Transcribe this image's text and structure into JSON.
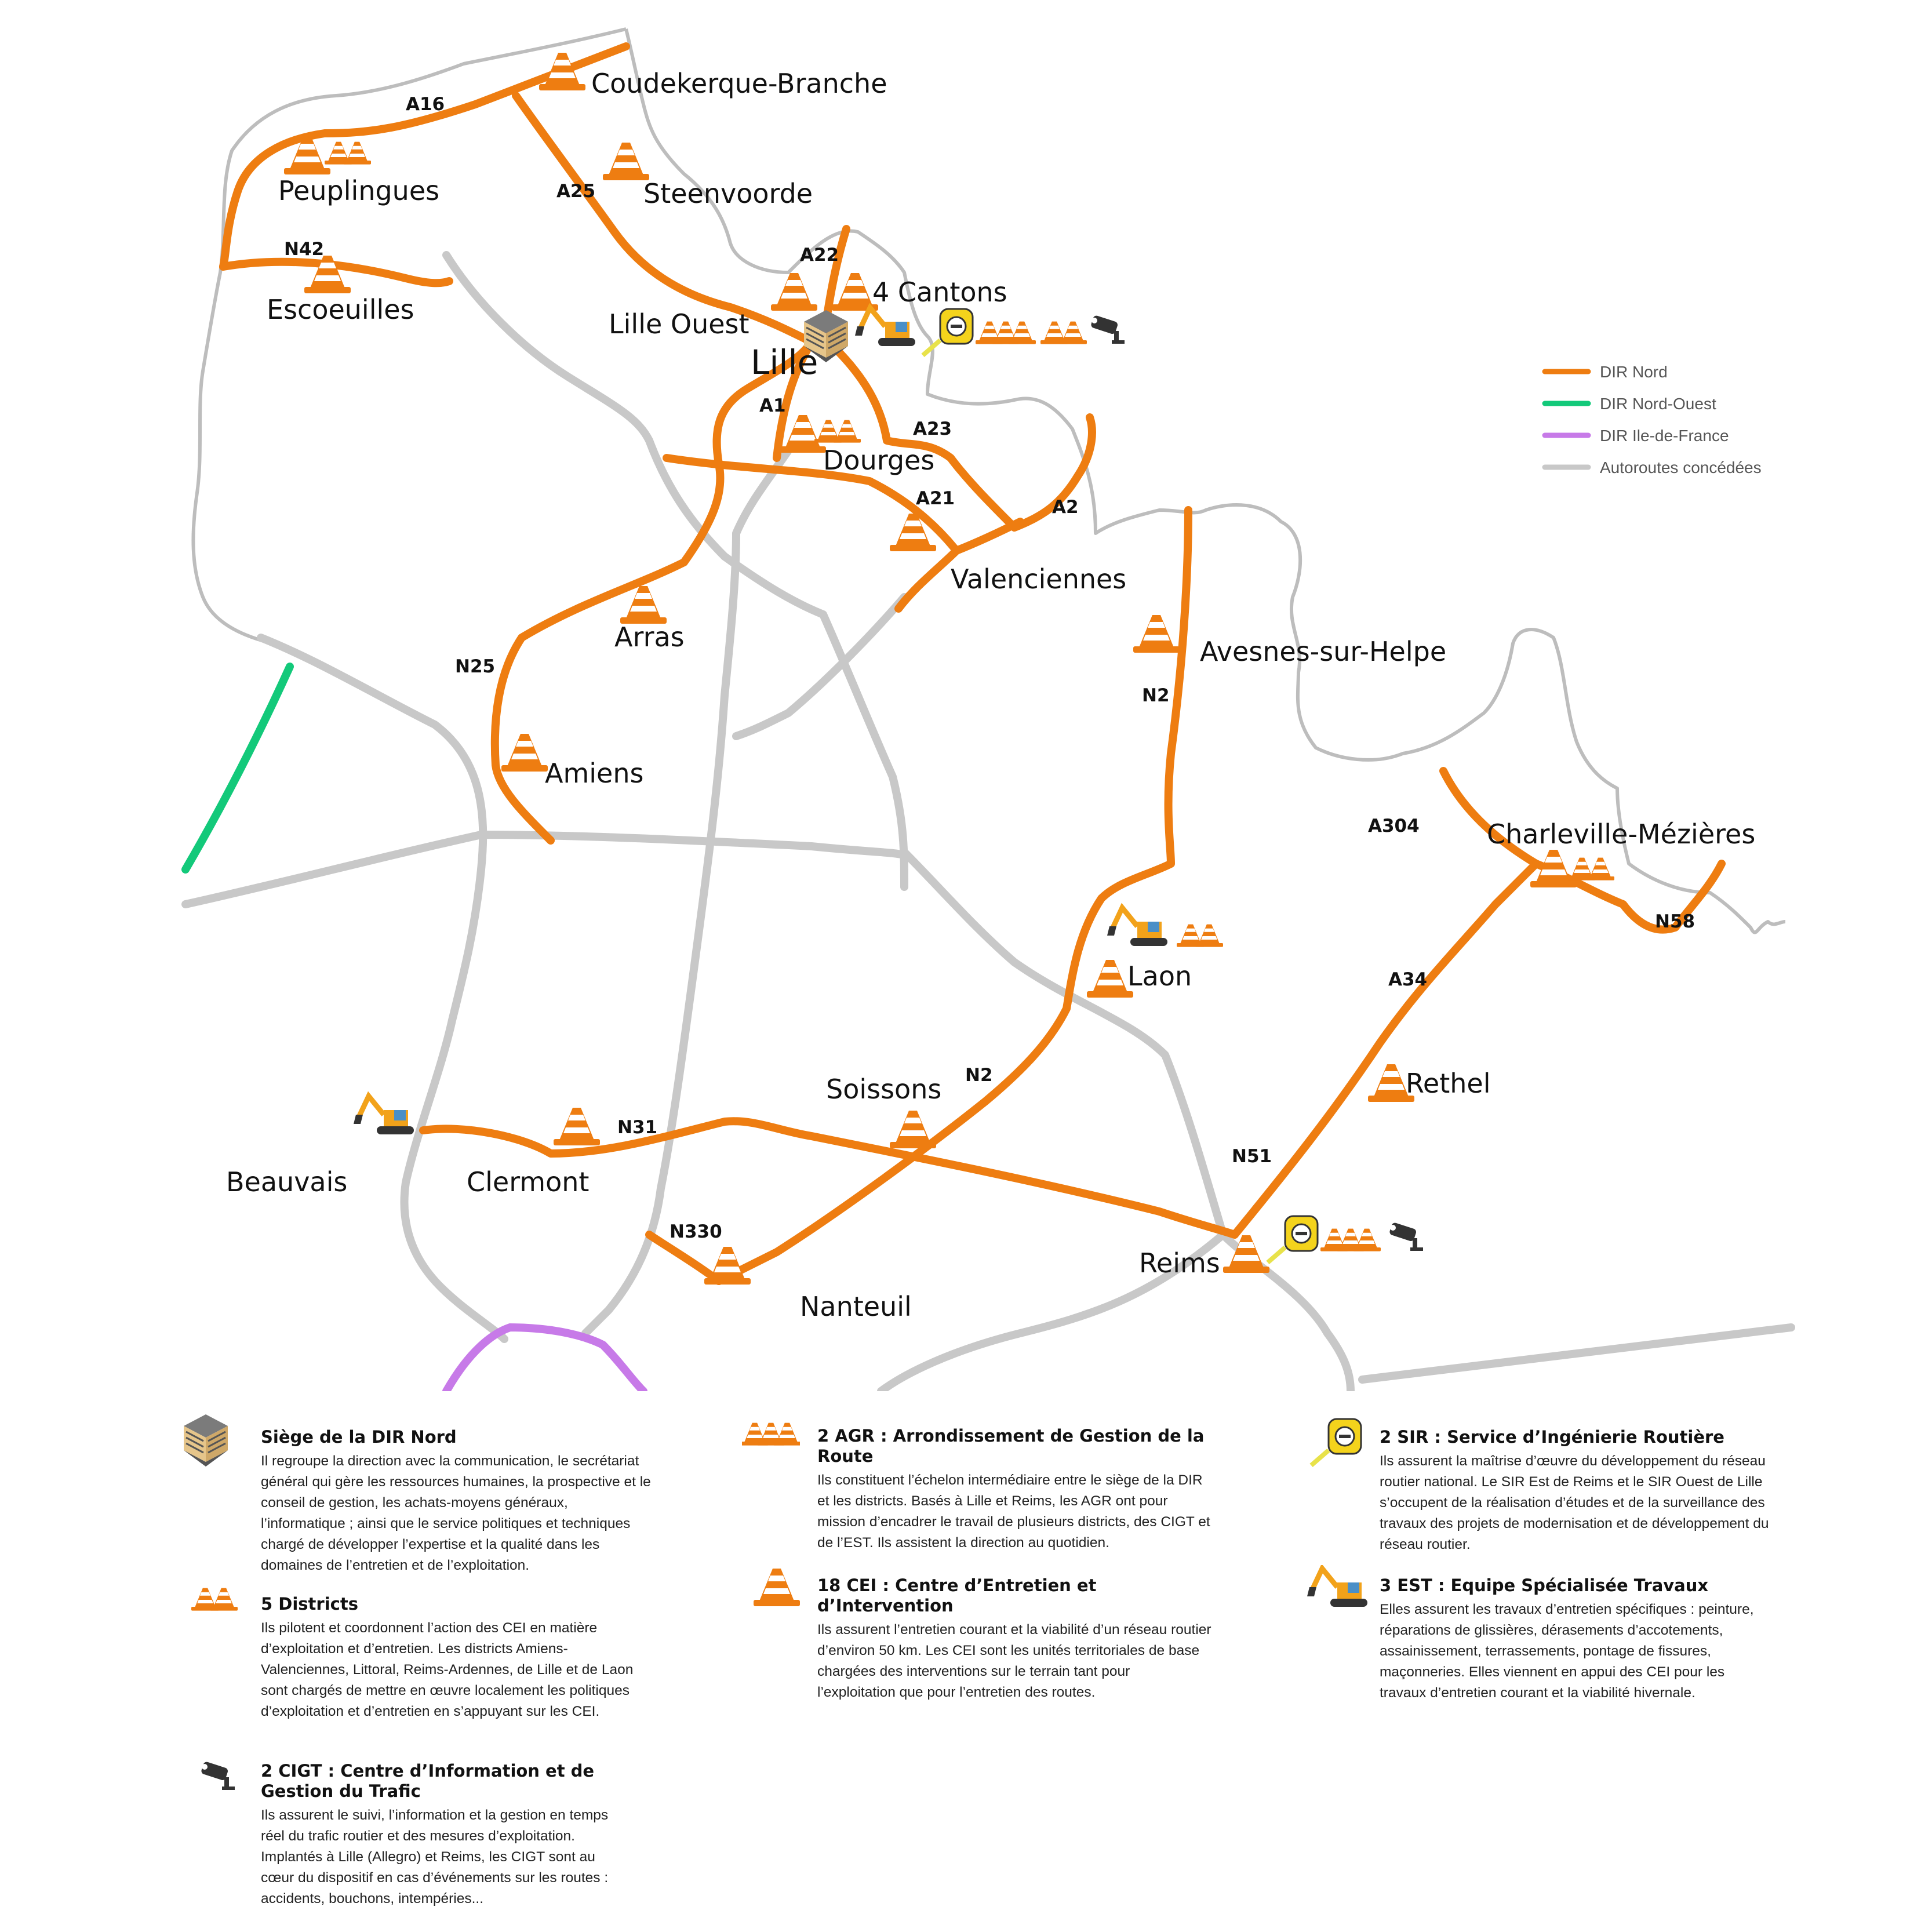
{
  "cities": [
    {
      "key": "coudekerque",
      "name": "Coudekerque-Branche"
    },
    {
      "key": "peuplingues",
      "name": "Peuplingues"
    },
    {
      "key": "steenvoorde",
      "name": "Steenvoorde"
    },
    {
      "key": "escoeuilles",
      "name": "Escoeuilles"
    },
    {
      "key": "lilleouest",
      "name": "Lille Ouest"
    },
    {
      "key": "quatrecantons",
      "name": "4 Cantons"
    },
    {
      "key": "lille",
      "name": "Lille"
    },
    {
      "key": "dourges",
      "name": "Dourges"
    },
    {
      "key": "valenciennes",
      "name": "Valenciennes"
    },
    {
      "key": "arras",
      "name": "Arras"
    },
    {
      "key": "avesnes",
      "name": "Avesnes-sur-Helpe"
    },
    {
      "key": "amiens",
      "name": "Amiens"
    },
    {
      "key": "charleville",
      "name": "Charleville-Mézières"
    },
    {
      "key": "laon",
      "name": "Laon"
    },
    {
      "key": "soissons",
      "name": "Soissons"
    },
    {
      "key": "rethel",
      "name": "Rethel"
    },
    {
      "key": "beauvais",
      "name": "Beauvais"
    },
    {
      "key": "clermont",
      "name": "Clermont"
    },
    {
      "key": "reims",
      "name": "Reims"
    },
    {
      "key": "nanteuil",
      "name": "Nanteuil"
    }
  ],
  "roads": [
    {
      "key": "a16",
      "label": "A16"
    },
    {
      "key": "a25",
      "label": "A25"
    },
    {
      "key": "n42",
      "label": "N42"
    },
    {
      "key": "a22",
      "label": "A22"
    },
    {
      "key": "a1",
      "label": "A1"
    },
    {
      "key": "a23",
      "label": "A23"
    },
    {
      "key": "a21",
      "label": "A21"
    },
    {
      "key": "a2",
      "label": "A2"
    },
    {
      "key": "n25",
      "label": "N25"
    },
    {
      "key": "n2a",
      "label": "N2"
    },
    {
      "key": "a304",
      "label": "A304"
    },
    {
      "key": "n58",
      "label": "N58"
    },
    {
      "key": "a34",
      "label": "A34"
    },
    {
      "key": "n2b",
      "label": "N2"
    },
    {
      "key": "n31",
      "label": "N31"
    },
    {
      "key": "n51",
      "label": "N51"
    },
    {
      "key": "n330",
      "label": "N330"
    }
  ],
  "legend": [
    {
      "label": "DIR Nord",
      "color": "#ee7d11"
    },
    {
      "label": "DIR Nord-Ouest",
      "color": "#13c97a"
    },
    {
      "label": "DIR Ile-de-France",
      "color": "#c77ae8"
    },
    {
      "label": "Autoroutes concédées",
      "color": "#c8c8c8"
    }
  ],
  "colors": {
    "dir_nord": "#ee7d11",
    "autoroutes": "#c8c8c8",
    "coast": "#bdbdbd",
    "cone": "#ee7d11"
  },
  "info": [
    {
      "key": "siege",
      "icon": "headquarters-building-icon",
      "title": "Siège de la DIR Nord",
      "text": "Il regroupe la direction avec la communication, le secrétariat général qui gère les ressources humaines, la prospective et le conseil de gestion, les achats-moyens généraux, l’informatique ; ainsi que le service politiques et techniques chargé de développer l’expertise et la qualité dans les domaines de l’entretien et de l’exploitation."
    },
    {
      "key": "districts",
      "icon": "two-cones-icon",
      "title": "5 Districts",
      "text": "Ils pilotent et coordonnent l’action des CEI en matière d’exploitation et d’entretien. Les districts Amiens-Valenciennes, Littoral, Reims-Ardennes, de Lille et de Laon sont chargés de mettre en œuvre localement les politiques d’exploitation et d’entretien en s’appuyant sur les CEI."
    },
    {
      "key": "cigt",
      "icon": "traffic-camera-icon",
      "title": "2 CIGT : Centre d’Information et de Gestion du Trafic",
      "text": "Ils assurent le suivi, l’information et la gestion en temps réel du trafic routier et des mesures d’exploitation. Implantés à Lille (Allegro) et Reims, les CIGT sont au cœur du dispositif en cas d’événements sur les routes : accidents, bouchons, intempéries..."
    },
    {
      "key": "agr",
      "icon": "three-cones-icon",
      "title": "2 AGR : Arrondissement de Gestion de la Route",
      "text": "Ils constituent l’échelon intermédiaire entre le siège de la DIR et les districts. Basés à Lille et Reims, les AGR ont pour mission d’encadrer le travail de plusieurs districts, des CIGT et de l’EST. Ils assistent la direction au quotidien."
    },
    {
      "key": "cei",
      "icon": "single-cone-icon",
      "title": "18 CEI : Centre d’Entretien et d’Intervention",
      "text": "Ils assurent l’entretien courant et la viabilité d’un réseau routier d’environ 50 km. Les CEI sont les unités territoriales de base chargées des interventions sur le terrain tant pour l’exploitation que pour l’entretien des routes."
    },
    {
      "key": "sir",
      "icon": "measuring-tape-icon",
      "title": "2 SIR : Service d’Ingénierie Routière",
      "text": "Ils assurent la maîtrise d’œuvre du développement du réseau routier national. Le SIR Est de Reims et le SIR Ouest de Lille s’occupent de la réalisation d’études et de la surveillance des travaux des projets de modernisation et de développement du réseau routier."
    },
    {
      "key": "est",
      "icon": "excavator-icon",
      "title": "3 EST : Equipe Spécialisée Travaux",
      "text": "Elles assurent les travaux d’entretien spécifiques : peinture, réparations de glissières, dérasements d’accotements, assainissement, terrassements, pontage de fissures, maçonneries. Elles viennent en appui des CEI pour les travaux d’entretien courant et la viabilité hivernale."
    }
  ]
}
